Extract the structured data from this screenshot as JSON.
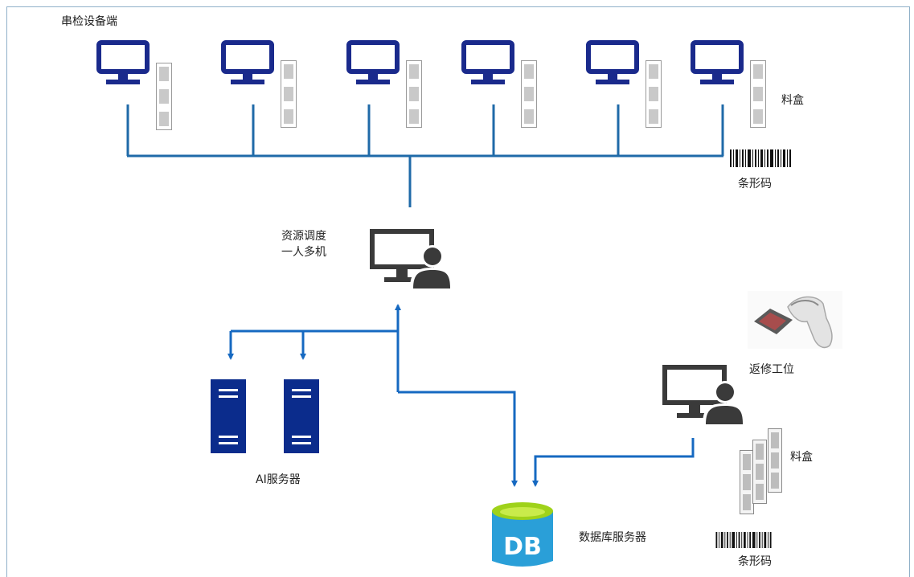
{
  "labels": {
    "inspection_terminals": "串检设备端",
    "material_box_top": "料盒",
    "barcode_top": "条形码",
    "scheduler_line1": "资源调度",
    "scheduler_line2": "一人多机",
    "ai_servers": "AI服务器",
    "db_server": "数据库服务器",
    "db_icon_text": "DB",
    "repair_station": "返修工位",
    "material_box_bottom": "料盒",
    "barcode_bottom": "条形码"
  },
  "terminal_count": 6,
  "colors": {
    "monitor": "#1a2a8c",
    "connector": "#1f6aa8",
    "arrow": "#1669c1",
    "server": "#0b2c8c",
    "db_body": "#2a9fd8",
    "db_top": "#9fd21a",
    "person_icon": "#3a3a3a"
  },
  "icons": {
    "terminal": "monitor-icon",
    "material_box": "material-box-icon",
    "barcode": "barcode-icon",
    "operator": "computer-operator-icon",
    "server": "server-tower-icon",
    "database": "database-icon",
    "scanner": "barcode-scanner-icon"
  }
}
